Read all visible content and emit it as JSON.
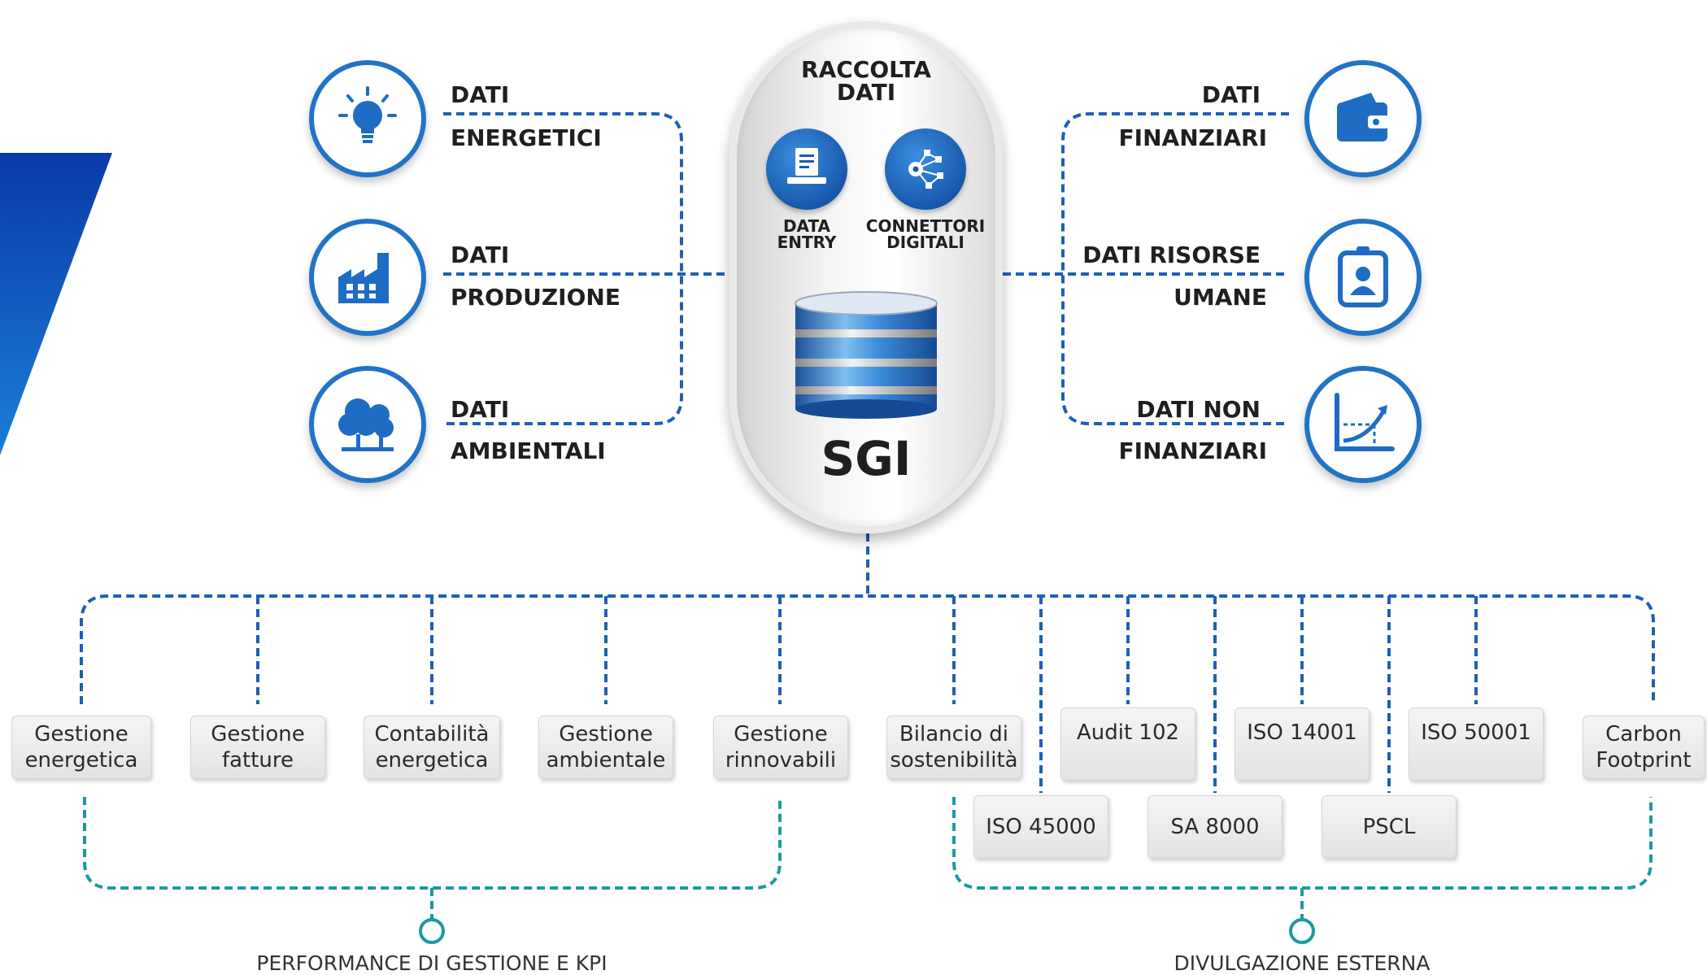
{
  "hub": {
    "header": "RACCOLTA\nDATI",
    "data_entry_label": "DATA\nENTRY",
    "connectors_label": "CONNETTORI\nDIGITALI",
    "title": "SGI",
    "data_entry_icon": "document-laptop-icon",
    "connectors_icon": "network-gear-icon",
    "database_icon": "database-icon"
  },
  "left_sources": [
    {
      "line1": "DATI",
      "line2": "ENERGETICI",
      "icon": "lightbulb-icon"
    },
    {
      "line1": "DATI",
      "line2": "PRODUZIONE",
      "icon": "factory-icon"
    },
    {
      "line1": "DATI",
      "line2": "AMBIENTALI",
      "icon": "trees-icon"
    }
  ],
  "right_sources": [
    {
      "line1": "DATI",
      "line2": "FINANZIARI",
      "icon": "wallet-icon"
    },
    {
      "line1": "DATI RISORSE",
      "line2": "UMANE",
      "icon": "id-badge-icon"
    },
    {
      "line1": "DATI NON",
      "line2": "FINANZIARI",
      "icon": "growth-chart-icon"
    }
  ],
  "outputs_top": [
    "Gestione\nenergetica",
    "Gestione\nfatture",
    "Contabilità\nenergetica",
    "Gestione\nambientale",
    "Gestione\nrinnovabili",
    "Bilancio di\nsostenibilità",
    "Audit 102",
    "ISO 14001",
    "ISO 50001",
    "Carbon\nFootprint"
  ],
  "outputs_bottom": [
    "ISO 45000",
    "SA 8000",
    "PSCL"
  ],
  "groups": {
    "left": "PERFORMANCE DI GESTIONE E KPI",
    "right": "DIVULGAZIONE ESTERNA"
  },
  "colors": {
    "line_blue": "#1f5fb4",
    "line_teal": "#1c9aa0",
    "icon_blue": "#2173c6",
    "accent_dark": "#0b3ea3"
  }
}
